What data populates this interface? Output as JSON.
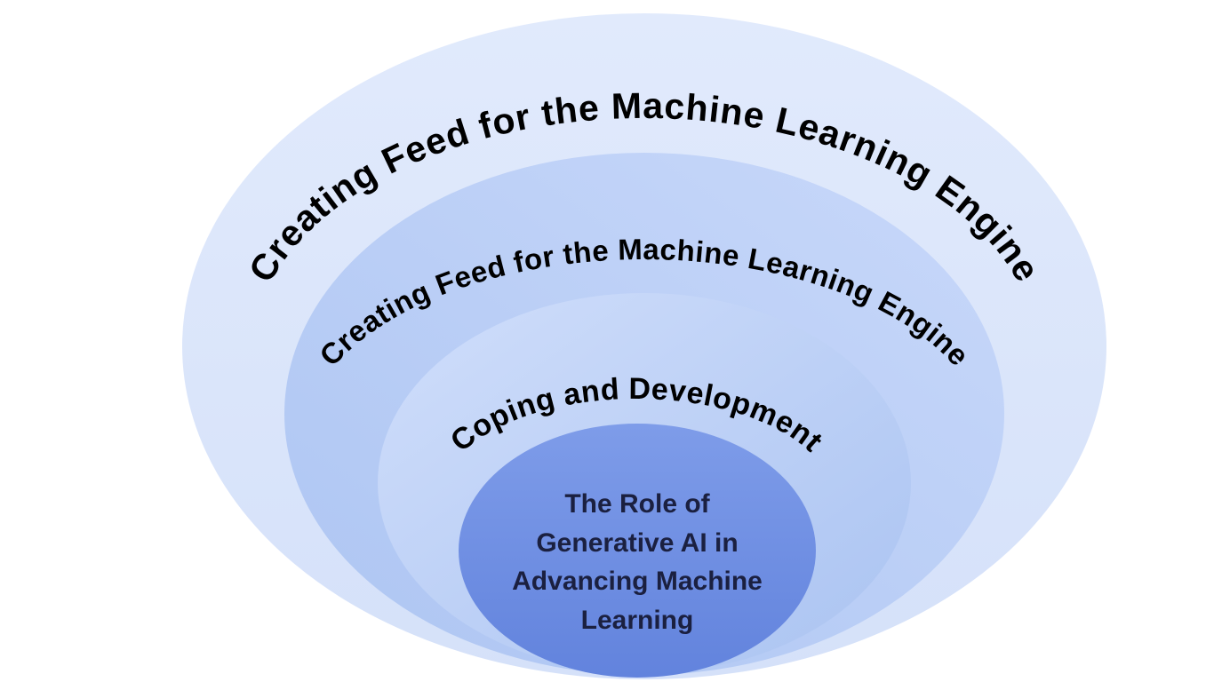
{
  "page": {
    "background_color": "#ffffff"
  },
  "diagram": {
    "type": "onion-nested-ellipses",
    "ring_text_color": "#000000",
    "rings": [
      {
        "level": 1,
        "label": "Creating Feed for the Machine Learning Engine",
        "fill": "#dbe6fa"
      },
      {
        "level": 2,
        "label": "Creating Feed for the Machine Learning Engine",
        "fill": "#b9cdf5"
      },
      {
        "level": 3,
        "label": "Coping and Development",
        "fill": "#bdd1f6"
      },
      {
        "level": 4,
        "label": "The Role of Generative AI in Advancing Machine Learning",
        "fill": "#6e90e3"
      }
    ],
    "core": {
      "text_color": "#1b2040",
      "lines": [
        "The Role of",
        "Generative AI in",
        "Advancing Machine",
        "Learning"
      ]
    }
  }
}
